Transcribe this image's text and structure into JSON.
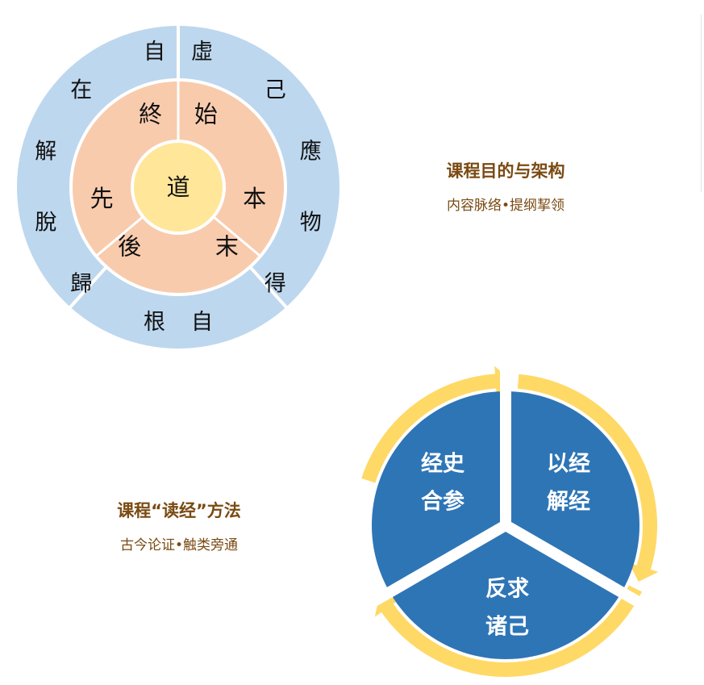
{
  "wheel": {
    "center": "道",
    "middle": [
      "終",
      "始",
      "本",
      "末",
      "後",
      "先"
    ],
    "outer": [
      "自",
      "虛",
      "己",
      "應",
      "物",
      "得",
      "自",
      "根",
      "歸",
      "脫",
      "解",
      "在"
    ],
    "colors": {
      "outer": "#bdd7ee",
      "middle": "#f8cbad",
      "center": "#ffe699",
      "divider": "#ffffff"
    }
  },
  "cycle": {
    "segments": [
      {
        "line1": "经史",
        "line2": "合参"
      },
      {
        "line1": "以经",
        "line2": "解经"
      },
      {
        "line1": "反求",
        "line2": "诸己"
      }
    ],
    "colors": {
      "segment": "#2e75b6",
      "arrow": "#ffd966",
      "divider": "#ffffff"
    }
  },
  "captions": {
    "top": {
      "title": "课程目的与架构",
      "subtitle": "内容脉络•提纲挈领"
    },
    "bottom": {
      "title": "课程“读经”方法",
      "subtitle": "古今论证•触类旁通"
    }
  }
}
